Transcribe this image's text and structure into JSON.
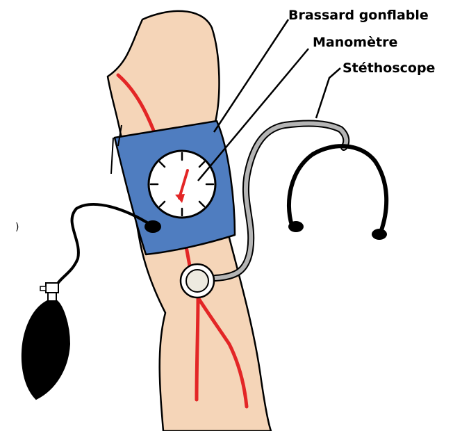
{
  "labels": {
    "cuff": "Brassard gonflable",
    "manometer": "Manomètre",
    "stethoscope": "Stéthoscope"
  },
  "edge_mark": ")",
  "colors": {
    "skin": "#F5D5B8",
    "cuff": "#4F7DC0",
    "artery": "#E32626",
    "tube": "#B5B5B5",
    "outline": "#000000",
    "dial_face": "#FFFFFF",
    "chest_piece": "#EDEAE0"
  }
}
